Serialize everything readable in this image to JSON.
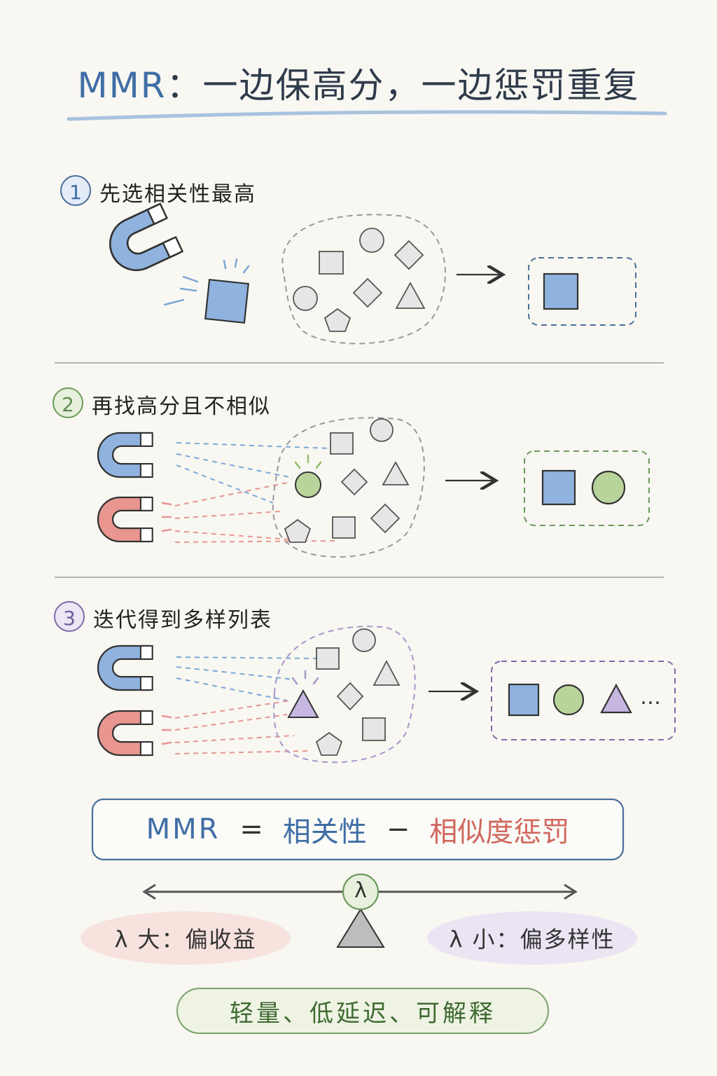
{
  "title": {
    "prefix": "MMR",
    "rest": "：一边保高分，一边惩罚重复"
  },
  "steps": [
    {
      "num": "1",
      "label": "先选相关性最高"
    },
    {
      "num": "2",
      "label": "再找高分且不相似"
    },
    {
      "num": "3",
      "label": "迭代得到多样列表"
    }
  ],
  "step3_ellipsis": "…",
  "formula": {
    "lhs": "MMR",
    "eq": "=",
    "relevance": "相关性",
    "minus": "−",
    "penalty": "相似度惩罚"
  },
  "balance": {
    "fulcrum": "λ",
    "left_label": "λ 大：偏收益",
    "right_label": "λ 小：偏多样性"
  },
  "footer": "轻量、低延迟、可解释",
  "colors": {
    "blue": "#8fb3de",
    "red": "#e8968f",
    "green": "#b9d49a",
    "purple": "#c5b7e2",
    "gray": "#e6e6e6"
  }
}
